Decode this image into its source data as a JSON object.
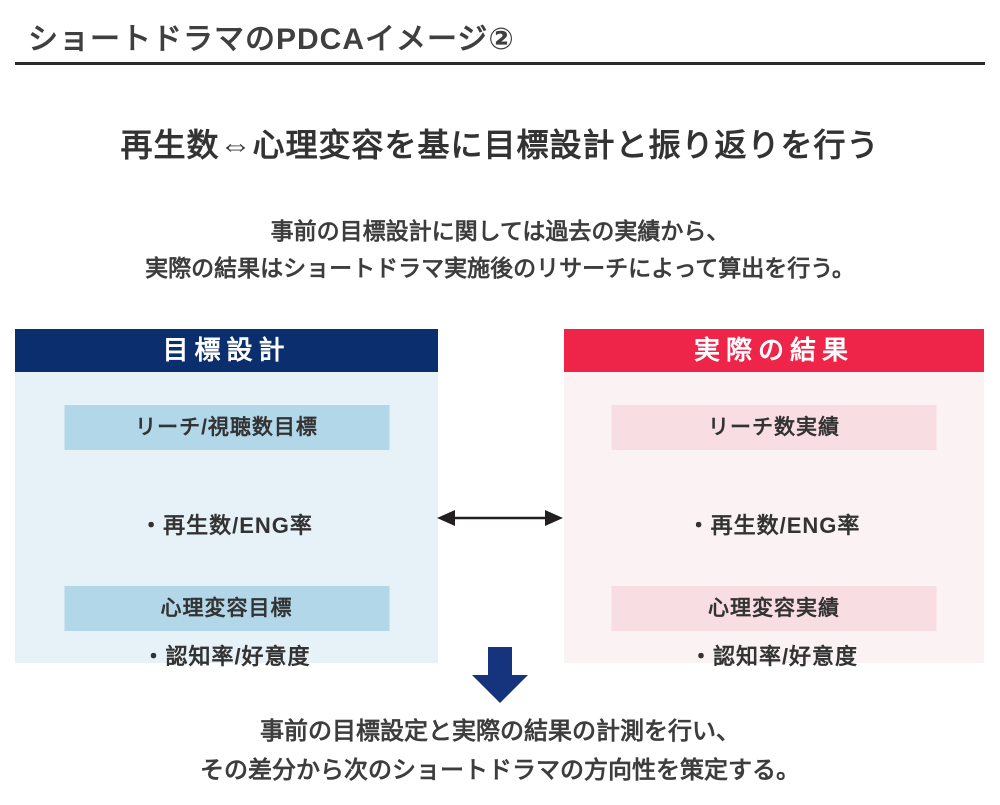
{
  "page": {
    "title": "ショートドラマのPDCAイメージ②",
    "heading": "再生数⇔心理変容を基に目標設計と振り返りを行う",
    "description_line1": "事前の目標設計に関しては過去の実績から、",
    "description_line2": "実際の結果はショートドラマ実施後のリサーチによって算出を行う。",
    "conclusion_line1": "事前の目標設定と実際の結果の計測を行い、",
    "conclusion_line2": "その差分から次のショートドラマの方向性を策定する。"
  },
  "goal_box": {
    "header": "目標設計",
    "item1_label": "リーチ/視聴数目標",
    "item1_detail": "・再生数/ENG率",
    "item2_label": "心理変容目標",
    "item2_detail": "・認知率/好意度"
  },
  "result_box": {
    "header": "実際の結果",
    "item1_label": "リーチ数実績",
    "item1_detail": "・再生数/ENG率",
    "item2_label": "心理変容実績",
    "item2_detail": "・認知率/好意度"
  },
  "icons": {
    "bidirectional_arrow": "double-headed-horizontal-arrow",
    "down_arrow": "solid-down-arrow"
  },
  "colors": {
    "navy_header": "#0a2e6e",
    "red_header": "#ee2449",
    "light_blue_body": "#e7f2f8",
    "light_blue_band": "#b2d7e9",
    "light_pink_body": "#faf2f3",
    "light_pink_band": "#f8dde2",
    "down_arrow_navy": "#16337e",
    "h_arrow_dark": "#231f20",
    "text_dark": "#3c3c3c"
  }
}
